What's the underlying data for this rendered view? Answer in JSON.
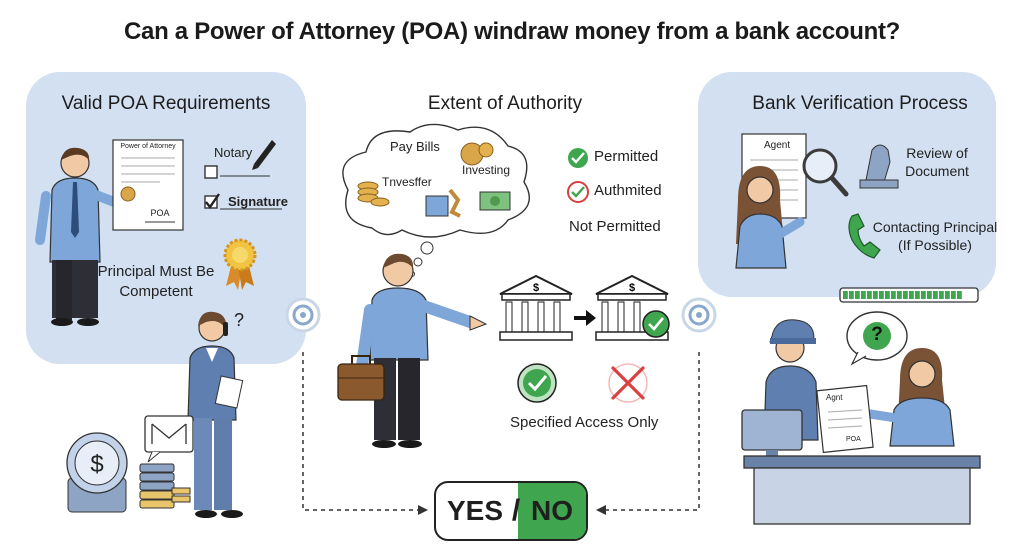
{
  "title": "Can a Power of Attorney (POA) windraw money from a bank account?",
  "left_panel": {
    "heading": "Valid POA Requirements",
    "document_title": "Power of Attorney",
    "document_label": "POA",
    "notary_label": "Notary",
    "signature_label": "Signature",
    "principal_text_line1": "Principal Must Be",
    "principal_text_line2": "Competent"
  },
  "middle": {
    "heading": "Extent of Authority",
    "cloud": {
      "pay_bills": "Pay Bills",
      "investing": "Investing",
      "transfer": "Tnvesffer"
    },
    "legend": [
      {
        "label": "Permitted",
        "icon": "green-check-icon",
        "color": "#3fa64f"
      },
      {
        "label": "Authmited",
        "icon": "red-check-icon",
        "color": "#d94040"
      },
      {
        "label": "Not Permitted",
        "icon": "",
        "color": ""
      }
    ],
    "access_label": "Specified Access Only"
  },
  "right_panel": {
    "heading": "Bank Verification Process",
    "agent_label": "Agent",
    "review_line1": "Review of",
    "review_line2": "Document",
    "contact_line1": "Contacting Principal",
    "contact_line2": "(If Possible)",
    "counter_doc_title": "Agnt",
    "counter_doc_label": "POA",
    "question_mark": "?",
    "progress": 0.92
  },
  "answer": {
    "yes": "YES",
    "slash": "/",
    "no": "NO",
    "no_color": "#3fa64f"
  },
  "phone_question": "?",
  "dollar_sign": "$"
}
